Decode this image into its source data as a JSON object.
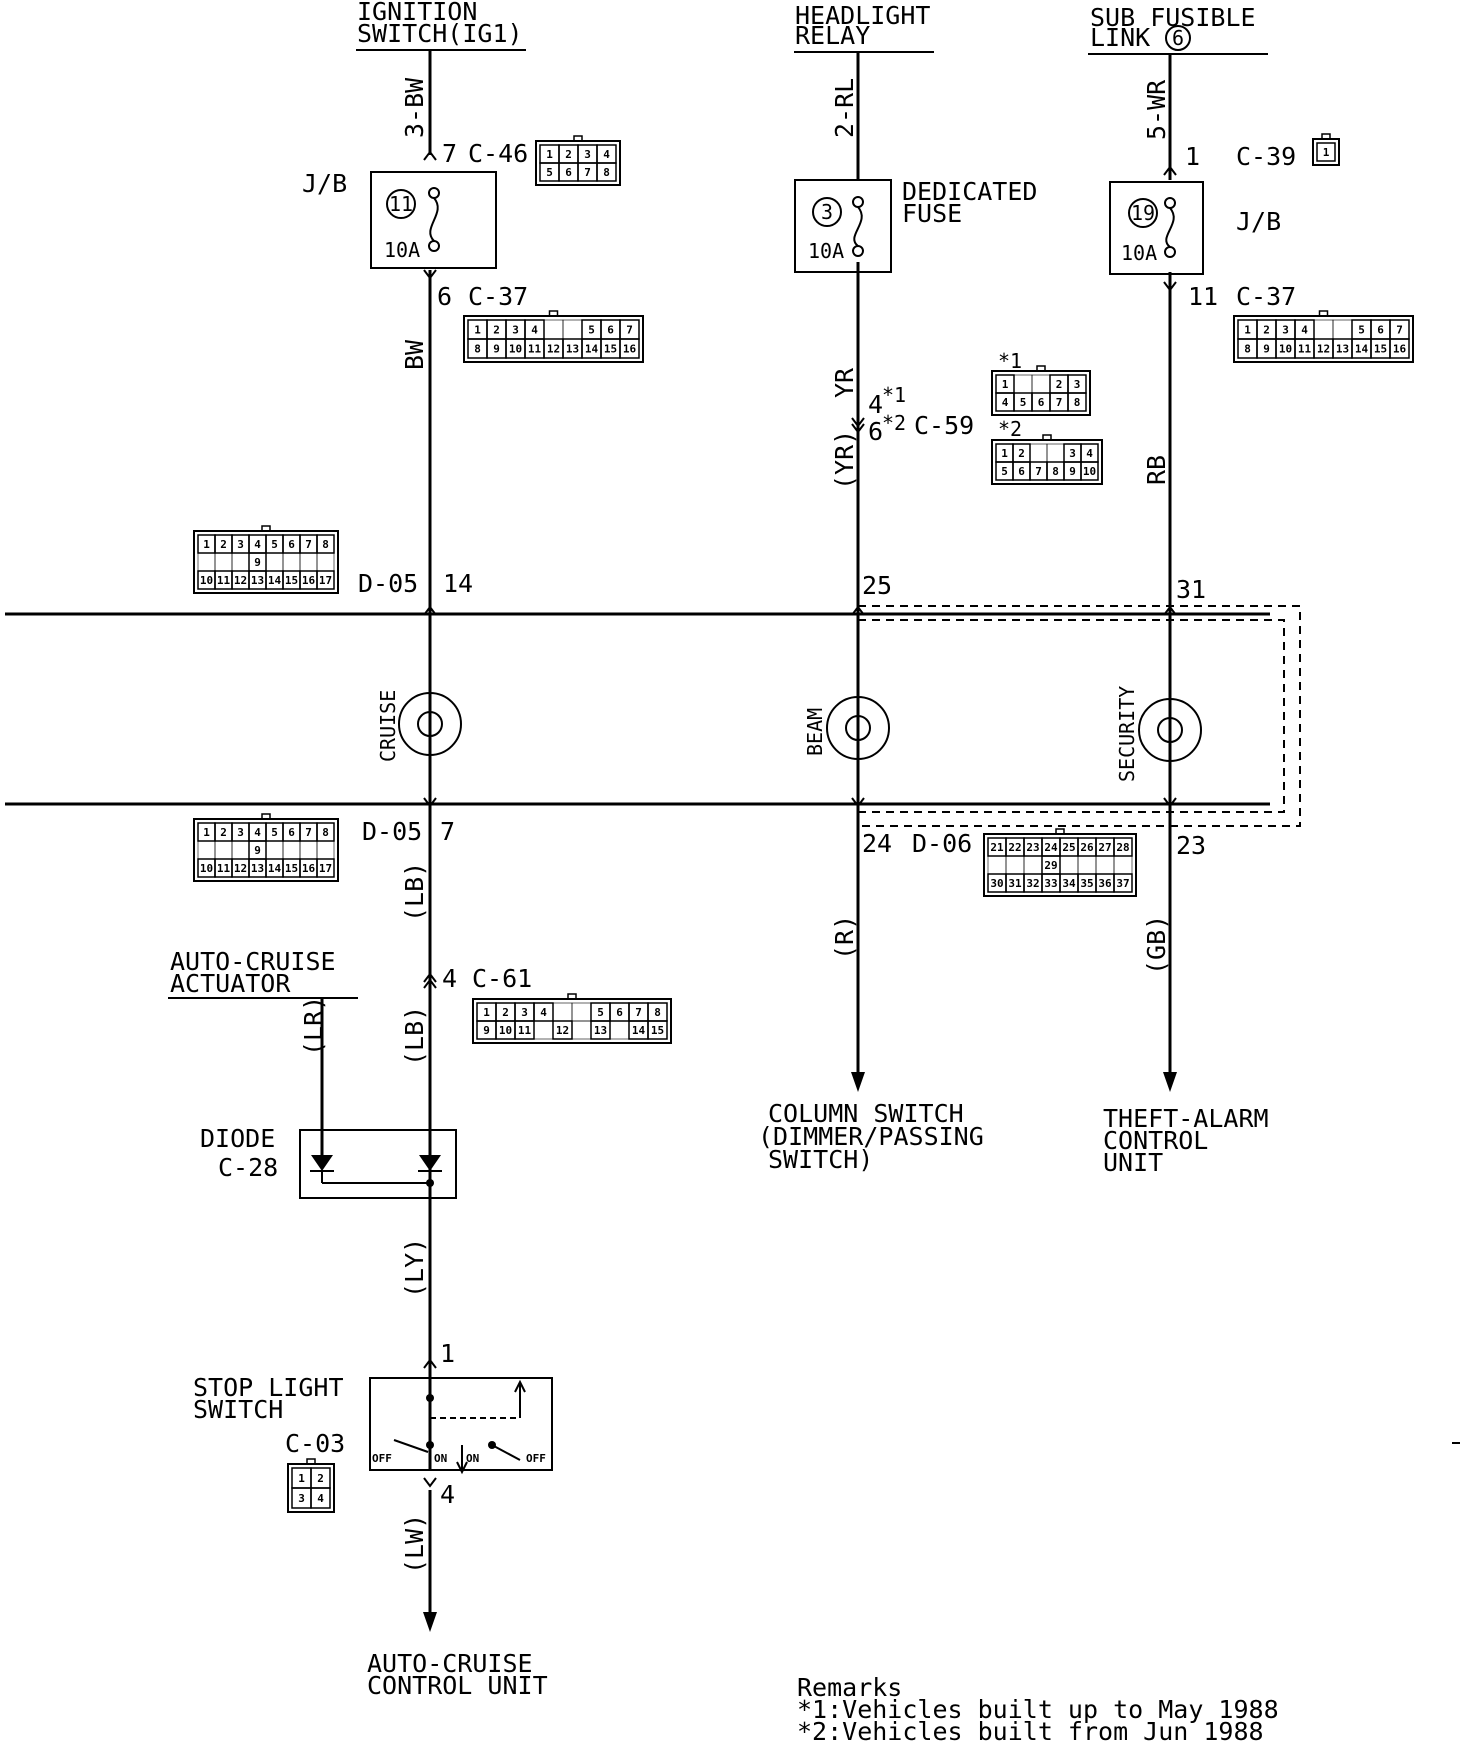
{
  "sources": {
    "ignition": [
      "IGNITION",
      "SWITCH(IG1)"
    ],
    "headlight": [
      "HEADLIGHT",
      "RELAY"
    ],
    "subfusible": [
      "SUB FUSIBLE",
      "LINK"
    ],
    "subfusible_num": "6"
  },
  "wires": {
    "w3bw": "3-BW",
    "w2rl": "2-RL",
    "w5wr": "5-WR",
    "bw": "BW",
    "yr": "YR",
    "yr_paren": "(YR)",
    "rb": "RB",
    "lb1": "(LB)",
    "lb2": "(LB)",
    "lr": "(LR)",
    "ly": "(LY)",
    "lw": "(LW)",
    "r": "(R)",
    "gb": "(GB)"
  },
  "connectors": {
    "c46": "C-46",
    "c37a": "C-37",
    "c37b": "C-37",
    "c39": "C-39",
    "c59": "C-59",
    "d05a": "D-05",
    "d05b": "D-05",
    "d06": "D-06",
    "c61": "C-61",
    "c28": "C-28",
    "c03": "C-03",
    "c59_v1": "*1",
    "c59_v2": "*2"
  },
  "pins": {
    "p7": "7",
    "p6": "6",
    "p1": "1",
    "p11": "11",
    "p4s1": "4",
    "p6s2": "6",
    "s1": "*1",
    "s2": "*2",
    "p14": "14",
    "p25": "25",
    "p31": "31",
    "p7b": "7",
    "p24": "24",
    "p23": "23",
    "p4c61": "4",
    "p1sl": "1",
    "p4sl": "4"
  },
  "fuses": {
    "jb_label1": "J/B",
    "jb_label2": "J/B",
    "f11": "11",
    "f3": "3",
    "f19": "19",
    "a1": "10A",
    "a2": "10A",
    "a3": "10A",
    "dedicated": [
      "DEDICATED",
      "FUSE"
    ]
  },
  "clocksprings": {
    "cruise": "CRUISE",
    "beam": "BEAM",
    "security": "SECURITY"
  },
  "components": {
    "actuator": [
      "AUTO-CRUISE",
      "ACTUATOR"
    ],
    "diode": "DIODE",
    "stoplight": [
      "STOP LIGHT",
      "SWITCH"
    ],
    "off1": "OFF",
    "on1": "ON",
    "on2": "ON",
    "off2": "OFF"
  },
  "destinations": {
    "cruise_unit": [
      "AUTO-CRUISE",
      "CONTROL UNIT"
    ],
    "column": [
      "COLUMN SWITCH",
      "(DIMMER/PASSING",
      "SWITCH)"
    ],
    "theft": [
      "THEFT-ALARM",
      "CONTROL",
      "UNIT"
    ]
  },
  "remarks": {
    "title": "Remarks",
    "r1": "*1:Vehicles built up to May 1988",
    "r2": "*2:Vehicles built from Jun 1988"
  },
  "connector_grids": {
    "c46": [
      [
        "1",
        "2",
        "3",
        "4"
      ],
      [
        "5",
        "6",
        "7",
        "8"
      ]
    ],
    "c37": [
      [
        "1",
        "2",
        "3",
        "4",
        "",
        "",
        "5",
        "6",
        "7"
      ],
      [
        "8",
        "9",
        "10",
        "11",
        "12",
        "13",
        "14",
        "15",
        "16"
      ]
    ],
    "c59v1": [
      [
        "1",
        "",
        "",
        "2",
        "3"
      ],
      [
        "4",
        "5",
        "6",
        "7",
        "8"
      ]
    ],
    "c59v2": [
      [
        "1",
        "2",
        "",
        "",
        "3",
        "4"
      ],
      [
        "5",
        "6",
        "7",
        "8",
        "9",
        "10"
      ]
    ],
    "d05": [
      [
        "1",
        "2",
        "3",
        "4",
        "5",
        "6",
        "7",
        "8"
      ],
      [
        "",
        "",
        "",
        "9",
        "",
        "",
        "",
        ""
      ],
      [
        "10",
        "11",
        "12",
        "13",
        "14",
        "15",
        "16",
        "17"
      ]
    ],
    "d06": [
      [
        "21",
        "22",
        "23",
        "24",
        "25",
        "26",
        "27",
        "28"
      ],
      [
        "",
        "",
        "",
        "29",
        "",
        "",
        "",
        ""
      ],
      [
        "30",
        "31",
        "32",
        "33",
        "34",
        "35",
        "36",
        "37"
      ]
    ],
    "c61": [
      [
        "1",
        "2",
        "3",
        "4",
        "",
        "",
        "5",
        "6",
        "7",
        "8"
      ],
      [
        "9",
        "10",
        "11",
        "",
        "12",
        "",
        "13",
        "",
        "14",
        "15"
      ]
    ],
    "c03": [
      [
        "1",
        "2"
      ],
      [
        "3",
        "4"
      ]
    ],
    "c39": [
      [
        "1"
      ]
    ]
  }
}
